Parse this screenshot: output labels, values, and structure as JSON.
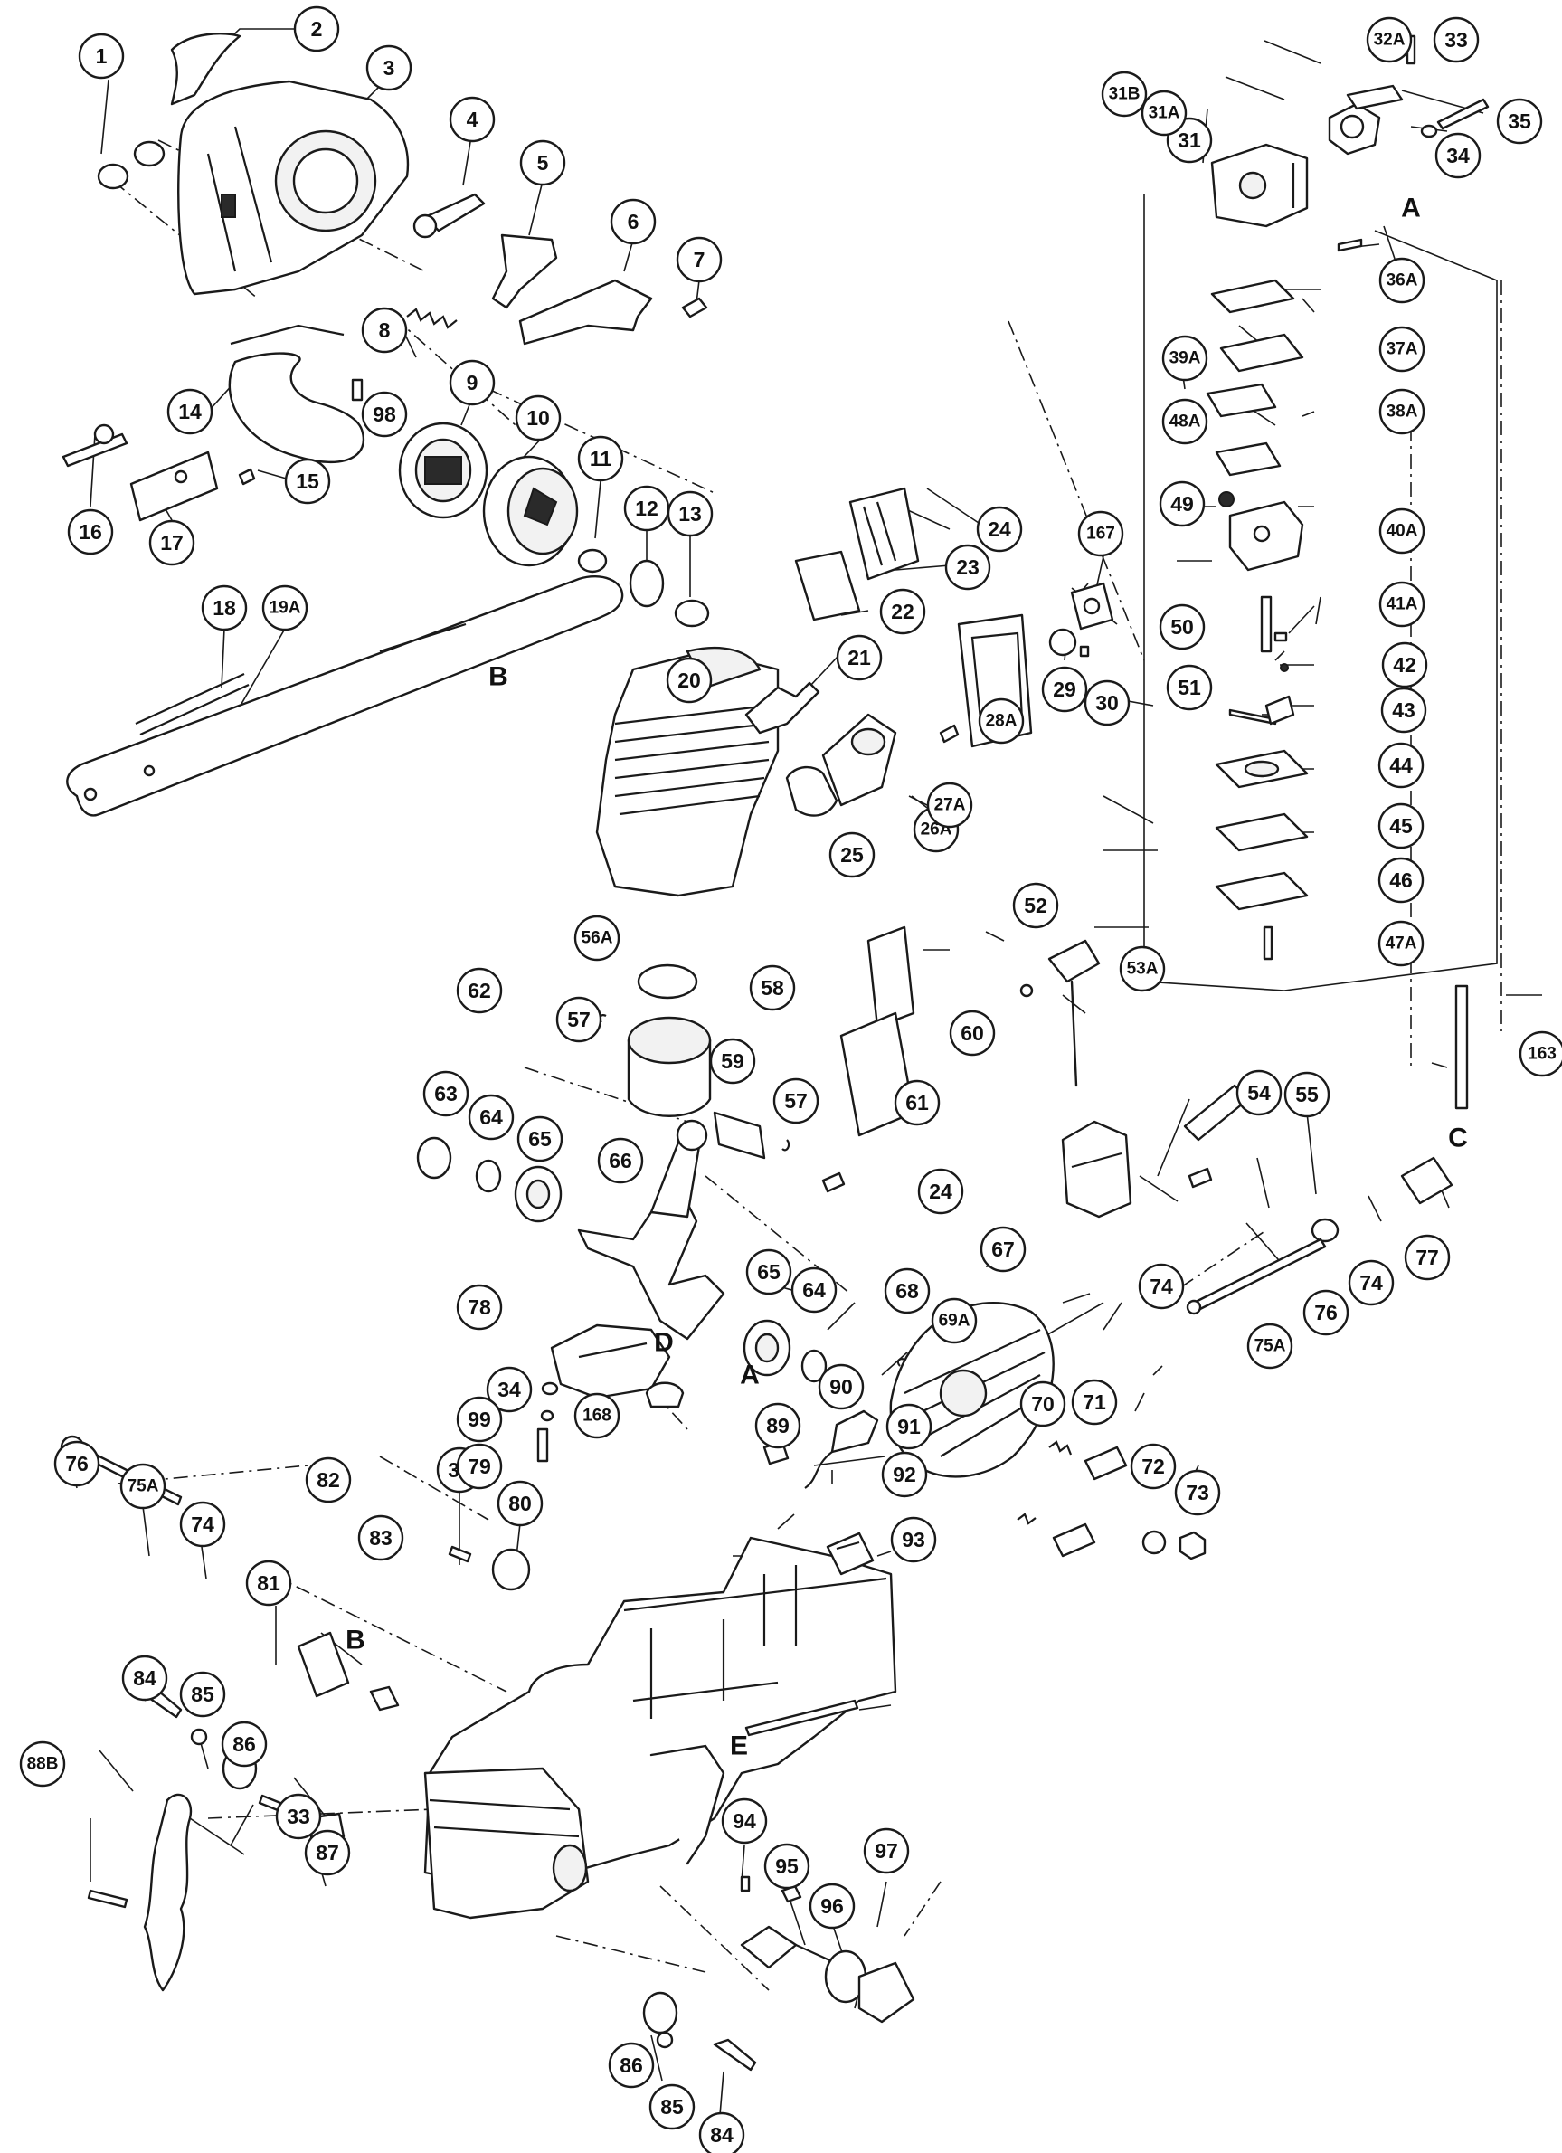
{
  "diagram": {
    "callouts": [
      {
        "id": "1",
        "label": "1"
      },
      {
        "id": "2",
        "label": "2"
      },
      {
        "id": "3",
        "label": "3"
      },
      {
        "id": "4",
        "label": "4"
      },
      {
        "id": "5",
        "label": "5"
      },
      {
        "id": "6",
        "label": "6"
      },
      {
        "id": "7",
        "label": "7"
      },
      {
        "id": "8",
        "label": "8"
      },
      {
        "id": "9",
        "label": "9"
      },
      {
        "id": "10",
        "label": "10"
      },
      {
        "id": "11",
        "label": "11"
      },
      {
        "id": "12",
        "label": "12"
      },
      {
        "id": "13",
        "label": "13"
      },
      {
        "id": "14",
        "label": "14"
      },
      {
        "id": "15",
        "label": "15"
      },
      {
        "id": "16",
        "label": "16"
      },
      {
        "id": "17",
        "label": "17"
      },
      {
        "id": "18",
        "label": "18"
      },
      {
        "id": "19A",
        "label": "19A"
      },
      {
        "id": "20",
        "label": "20"
      },
      {
        "id": "21",
        "label": "21"
      },
      {
        "id": "22",
        "label": "22"
      },
      {
        "id": "23",
        "label": "23"
      },
      {
        "id": "24a",
        "label": "24"
      },
      {
        "id": "24b",
        "label": "24"
      },
      {
        "id": "25",
        "label": "25"
      },
      {
        "id": "26A",
        "label": "26A"
      },
      {
        "id": "27A",
        "label": "27A"
      },
      {
        "id": "28A",
        "label": "28A"
      },
      {
        "id": "29",
        "label": "29"
      },
      {
        "id": "30",
        "label": "30"
      },
      {
        "id": "31",
        "label": "31"
      },
      {
        "id": "31A",
        "label": "31A"
      },
      {
        "id": "31B",
        "label": "31B"
      },
      {
        "id": "32A",
        "label": "32A"
      },
      {
        "id": "33a",
        "label": "33"
      },
      {
        "id": "33b",
        "label": "33"
      },
      {
        "id": "33c",
        "label": "33"
      },
      {
        "id": "34a",
        "label": "34"
      },
      {
        "id": "34b",
        "label": "34"
      },
      {
        "id": "35",
        "label": "35"
      },
      {
        "id": "36A",
        "label": "36A"
      },
      {
        "id": "37A",
        "label": "37A"
      },
      {
        "id": "38A",
        "label": "38A"
      },
      {
        "id": "39A",
        "label": "39A"
      },
      {
        "id": "40A",
        "label": "40A"
      },
      {
        "id": "41A",
        "label": "41A"
      },
      {
        "id": "42",
        "label": "42"
      },
      {
        "id": "43",
        "label": "43"
      },
      {
        "id": "44",
        "label": "44"
      },
      {
        "id": "45",
        "label": "45"
      },
      {
        "id": "46",
        "label": "46"
      },
      {
        "id": "47A",
        "label": "47A"
      },
      {
        "id": "48A",
        "label": "48A"
      },
      {
        "id": "49",
        "label": "49"
      },
      {
        "id": "50",
        "label": "50"
      },
      {
        "id": "51",
        "label": "51"
      },
      {
        "id": "52",
        "label": "52"
      },
      {
        "id": "53A",
        "label": "53A"
      },
      {
        "id": "54",
        "label": "54"
      },
      {
        "id": "55",
        "label": "55"
      },
      {
        "id": "56A",
        "label": "56A"
      },
      {
        "id": "57a",
        "label": "57"
      },
      {
        "id": "57b",
        "label": "57"
      },
      {
        "id": "58",
        "label": "58"
      },
      {
        "id": "59",
        "label": "59"
      },
      {
        "id": "60",
        "label": "60"
      },
      {
        "id": "61",
        "label": "61"
      },
      {
        "id": "62",
        "label": "62"
      },
      {
        "id": "63",
        "label": "63"
      },
      {
        "id": "64a",
        "label": "64"
      },
      {
        "id": "64b",
        "label": "64"
      },
      {
        "id": "65a",
        "label": "65"
      },
      {
        "id": "65b",
        "label": "65"
      },
      {
        "id": "66",
        "label": "66"
      },
      {
        "id": "67",
        "label": "67"
      },
      {
        "id": "68",
        "label": "68"
      },
      {
        "id": "69A",
        "label": "69A"
      },
      {
        "id": "70",
        "label": "70"
      },
      {
        "id": "71",
        "label": "71"
      },
      {
        "id": "72",
        "label": "72"
      },
      {
        "id": "73",
        "label": "73"
      },
      {
        "id": "74a",
        "label": "74"
      },
      {
        "id": "74b",
        "label": "74"
      },
      {
        "id": "74c",
        "label": "74"
      },
      {
        "id": "75Aa",
        "label": "75A"
      },
      {
        "id": "75Ab",
        "label": "75A"
      },
      {
        "id": "76a",
        "label": "76"
      },
      {
        "id": "76b",
        "label": "76"
      },
      {
        "id": "77",
        "label": "77"
      },
      {
        "id": "78",
        "label": "78"
      },
      {
        "id": "79",
        "label": "79"
      },
      {
        "id": "80",
        "label": "80"
      },
      {
        "id": "81",
        "label": "81"
      },
      {
        "id": "82",
        "label": "82"
      },
      {
        "id": "83",
        "label": "83"
      },
      {
        "id": "84a",
        "label": "84"
      },
      {
        "id": "84b",
        "label": "84"
      },
      {
        "id": "85a",
        "label": "85"
      },
      {
        "id": "85b",
        "label": "85"
      },
      {
        "id": "86a",
        "label": "86"
      },
      {
        "id": "86b",
        "label": "86"
      },
      {
        "id": "87",
        "label": "87"
      },
      {
        "id": "88B",
        "label": "88B"
      },
      {
        "id": "89",
        "label": "89"
      },
      {
        "id": "90",
        "label": "90"
      },
      {
        "id": "91",
        "label": "91"
      },
      {
        "id": "92",
        "label": "92"
      },
      {
        "id": "93",
        "label": "93"
      },
      {
        "id": "94",
        "label": "94"
      },
      {
        "id": "95",
        "label": "95"
      },
      {
        "id": "96",
        "label": "96"
      },
      {
        "id": "97",
        "label": "97"
      },
      {
        "id": "98",
        "label": "98"
      },
      {
        "id": "99",
        "label": "99"
      },
      {
        "id": "163",
        "label": "163"
      },
      {
        "id": "167",
        "label": "167"
      },
      {
        "id": "168",
        "label": "168"
      }
    ],
    "reference_letters": [
      {
        "id": "A1",
        "label": "A"
      },
      {
        "id": "A2",
        "label": "A"
      },
      {
        "id": "B1",
        "label": "B"
      },
      {
        "id": "B2",
        "label": "B"
      },
      {
        "id": "C",
        "label": "C"
      },
      {
        "id": "D",
        "label": "D"
      },
      {
        "id": "E",
        "label": "E"
      }
    ]
  }
}
